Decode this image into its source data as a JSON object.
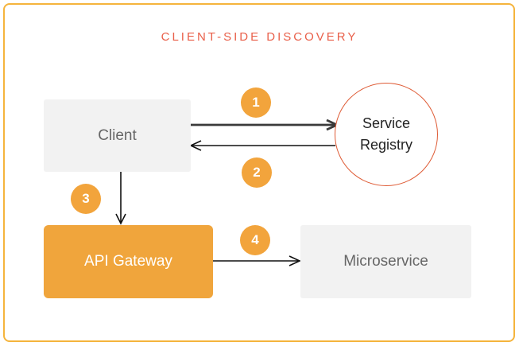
{
  "title": "CLIENT-SIDE DISCOVERY",
  "colors": {
    "frame_border": "#F5B43C",
    "title_text": "#E9604A",
    "step_badge": "#F2A43C",
    "gateway_fill": "#F0A53C",
    "registry_stroke": "#DE5A34",
    "gray_box_fill": "#F2F2F2",
    "thick_arrow": "#3A3A3A",
    "thin_arrow": "#111111"
  },
  "nodes": {
    "client": {
      "label": "Client"
    },
    "service_registry": {
      "label_line1": "Service",
      "label_line2": "Registry"
    },
    "api_gateway": {
      "label": "API Gateway"
    },
    "microservice": {
      "label": "Microservice"
    }
  },
  "steps": [
    {
      "number": "1"
    },
    {
      "number": "2"
    },
    {
      "number": "3"
    },
    {
      "number": "4"
    }
  ],
  "edges": [
    {
      "step": "1",
      "from": "client",
      "to": "service_registry"
    },
    {
      "step": "2",
      "from": "service_registry",
      "to": "client"
    },
    {
      "step": "3",
      "from": "client",
      "to": "api_gateway"
    },
    {
      "step": "4",
      "from": "api_gateway",
      "to": "microservice"
    }
  ]
}
